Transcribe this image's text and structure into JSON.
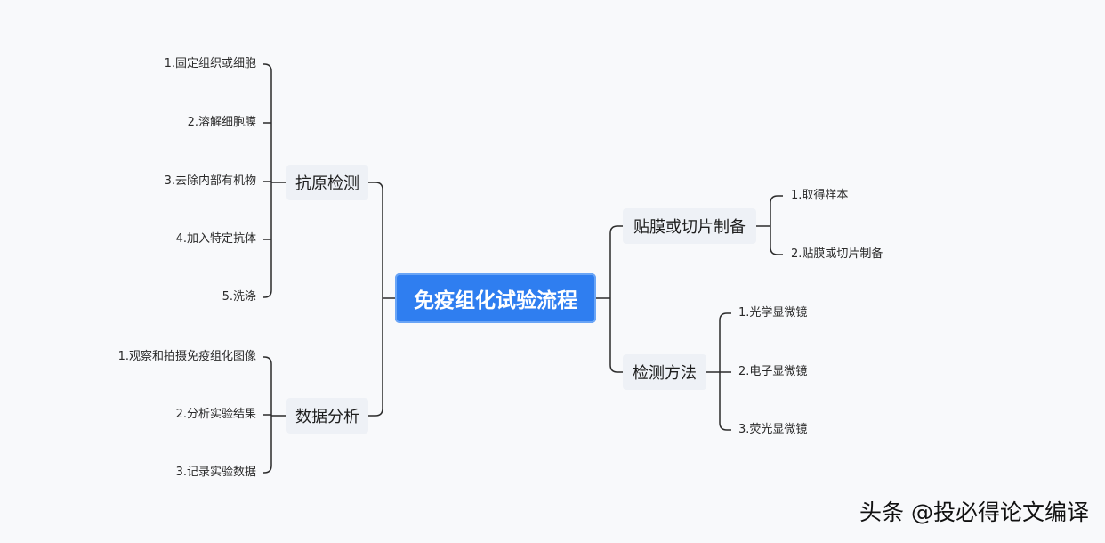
{
  "root": {
    "label": "免疫组化试验流程"
  },
  "branches": {
    "antigen": {
      "label": "抗原检测",
      "items": [
        "1.固定组织或细胞",
        "2.溶解细胞膜",
        "3.去除内部有机物",
        "4.加入特定抗体",
        "5.洗涤"
      ]
    },
    "analysis": {
      "label": "数据分析",
      "items": [
        "1.观察和拍摄免疫组化图像",
        "2.分析实验结果",
        "3.记录实验数据"
      ]
    },
    "prep": {
      "label": "贴膜或切片制备",
      "items": [
        "1.取得样本",
        "2.贴膜或切片制备"
      ]
    },
    "method": {
      "label": "检测方法",
      "items": [
        "1.光学显微镜",
        "2.电子显微镜",
        "3.荧光显微镜"
      ]
    }
  },
  "watermark": "头条 @投必得论文编译",
  "colors": {
    "root_fill": "#2f7ef0",
    "branch_fill": "#eef1f6",
    "line": "#2b2b2b"
  }
}
